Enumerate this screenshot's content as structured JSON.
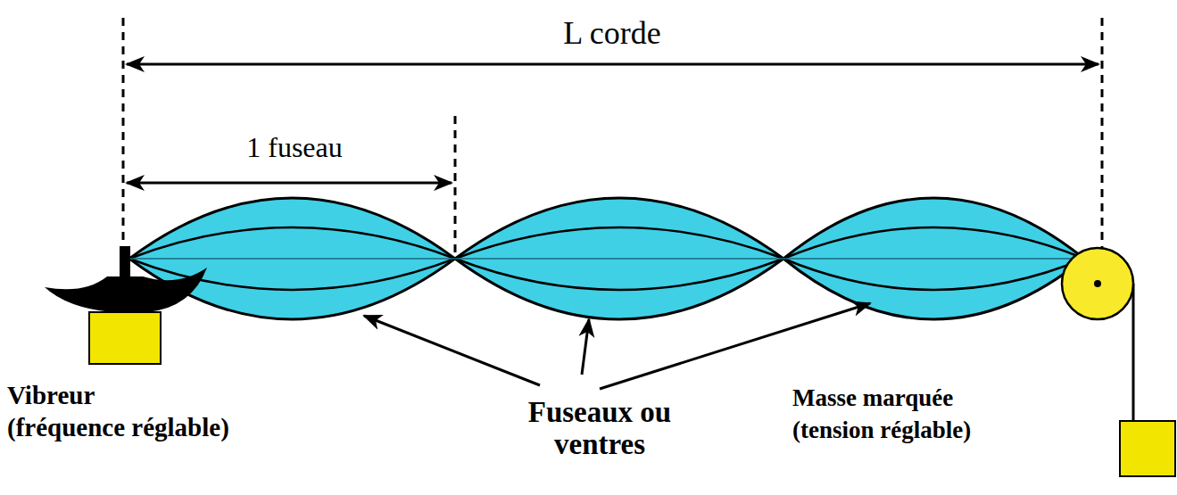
{
  "diagram": {
    "labels": [
      "L corde",
      "1 fuseau",
      "Vibreur",
      "(fréquence réglable)",
      "Fuseaux ou ventres",
      "Masse marquée",
      "(tension réglable)"
    ]
  }
}
